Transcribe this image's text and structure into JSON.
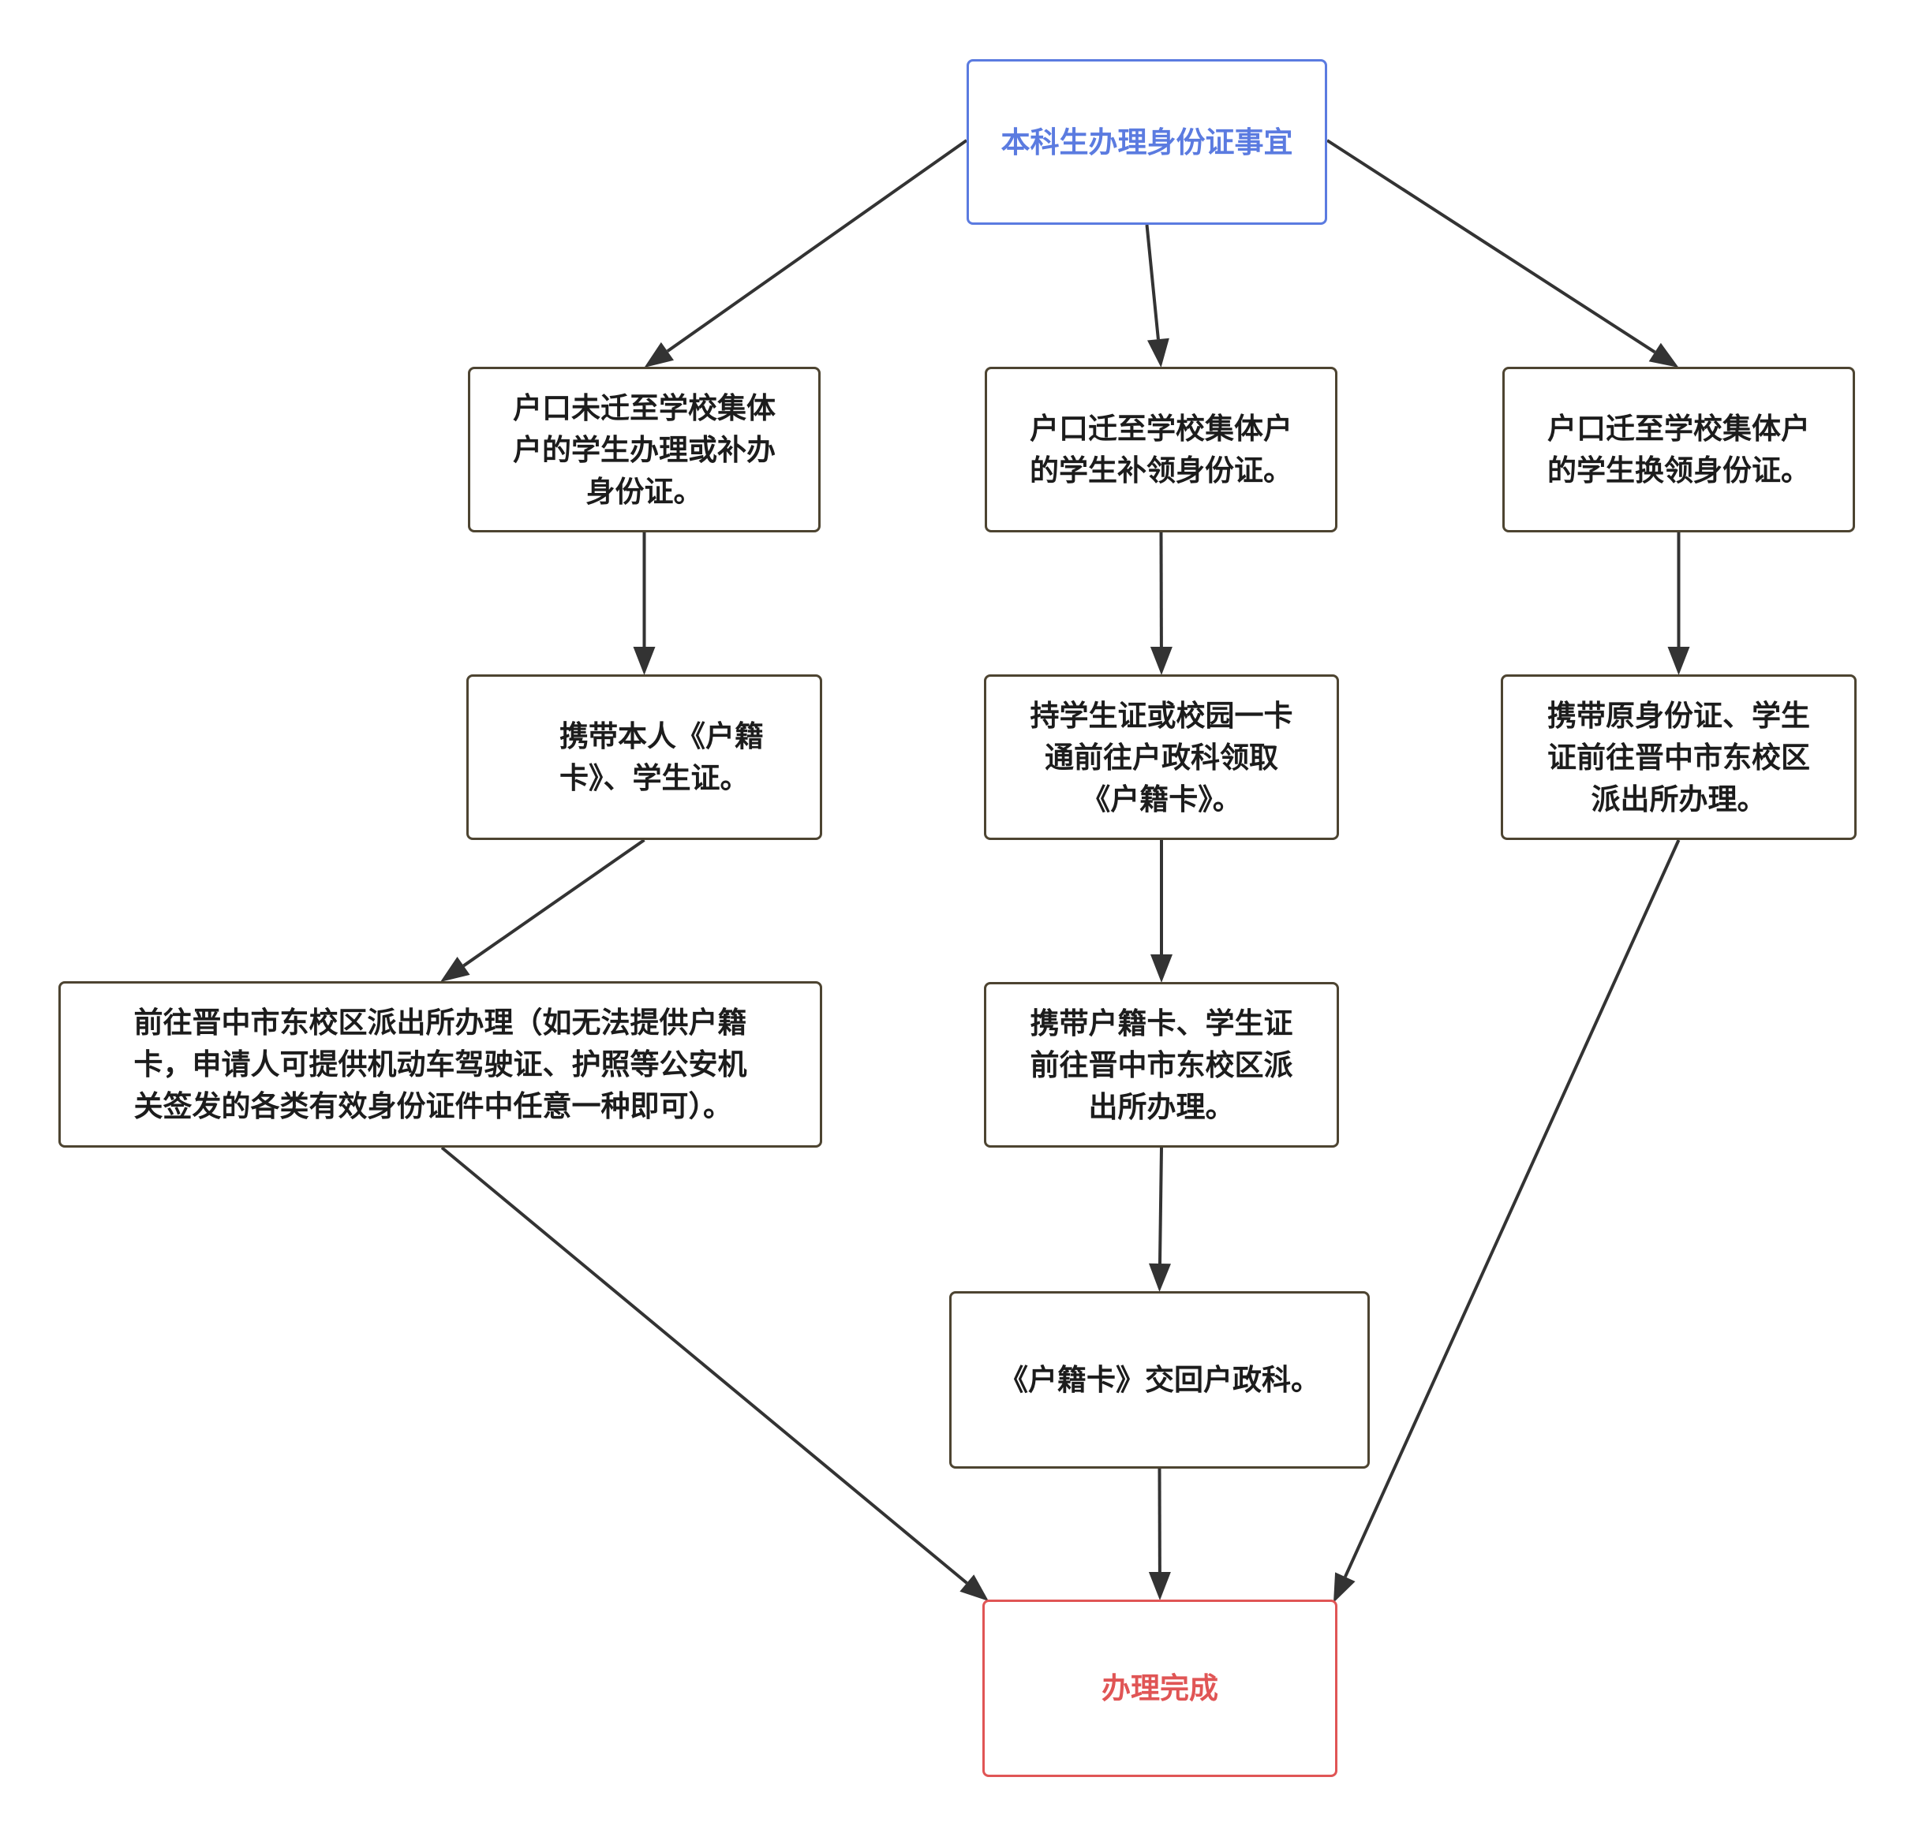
{
  "diagram": {
    "title": "本科生办理身份证事宜",
    "colors": {
      "start": "#5b7be0",
      "end": "#e05555",
      "node_border": "#4d4431",
      "edge": "#333333",
      "text": "#1c1c1c"
    },
    "nodes": {
      "start": {
        "label": "本科生办理身份证事宜"
      },
      "left_1": {
        "label": "户口未迁至学校集体\n户的学生办理或补办\n身份证。"
      },
      "middle_1": {
        "label": "户口迁至学校集体户\n的学生补领身份证。"
      },
      "right_1": {
        "label": "户口迁至学校集体户\n的学生换领身份证。"
      },
      "left_2": {
        "label": "携带本人《户籍\n卡》、学生证。"
      },
      "middle_2": {
        "label": "持学生证或校园一卡\n通前往户政科领取\n《户籍卡》。"
      },
      "right_2": {
        "label": "携带原身份证、学生\n证前往晋中市东校区\n派出所办理。"
      },
      "left_3": {
        "label": "前往晋中市东校区派出所办理（如无法提供户籍\n卡，申请人可提供机动车驾驶证、护照等公安机\n关签发的各类有效身份证件中任意一种即可）。"
      },
      "middle_3": {
        "label": "携带户籍卡、学生证\n前往晋中市东校区派\n出所办理。"
      },
      "middle_4": {
        "label": "《户籍卡》交回户政科。"
      },
      "end": {
        "label": "办理完成"
      }
    },
    "edges": [
      {
        "from": "start",
        "to": "left_1"
      },
      {
        "from": "start",
        "to": "middle_1"
      },
      {
        "from": "start",
        "to": "right_1"
      },
      {
        "from": "left_1",
        "to": "left_2"
      },
      {
        "from": "left_2",
        "to": "left_3"
      },
      {
        "from": "left_3",
        "to": "end"
      },
      {
        "from": "middle_1",
        "to": "middle_2"
      },
      {
        "from": "middle_2",
        "to": "middle_3"
      },
      {
        "from": "middle_3",
        "to": "middle_4"
      },
      {
        "from": "middle_4",
        "to": "end"
      },
      {
        "from": "right_1",
        "to": "right_2"
      },
      {
        "from": "right_2",
        "to": "end"
      }
    ]
  }
}
